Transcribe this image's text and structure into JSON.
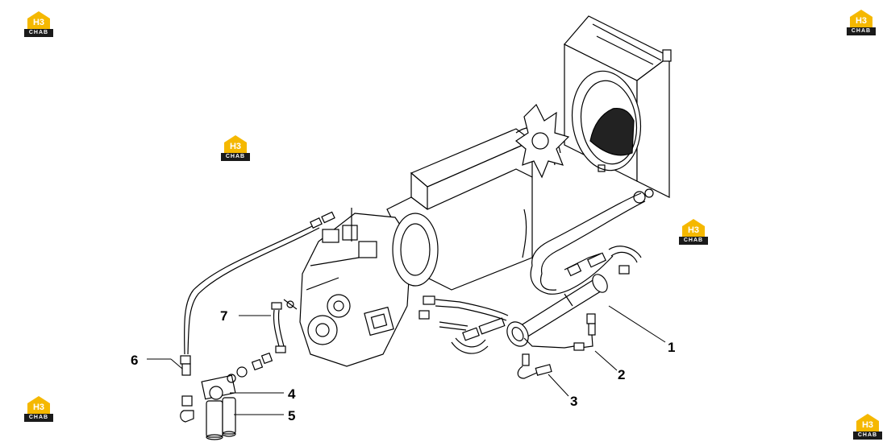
{
  "callouts": [
    {
      "id": "1",
      "label": "1"
    },
    {
      "id": "2",
      "label": "2"
    },
    {
      "id": "3",
      "label": "3"
    },
    {
      "id": "4",
      "label": "4"
    },
    {
      "id": "5",
      "label": "5"
    },
    {
      "id": "6",
      "label": "6"
    },
    {
      "id": "7",
      "label": "7"
    }
  ],
  "watermark": {
    "mark": "H3",
    "word": "CHAB",
    "color": "#f5b800"
  },
  "colors": {
    "line": "#000000",
    "background": "#ffffff"
  }
}
